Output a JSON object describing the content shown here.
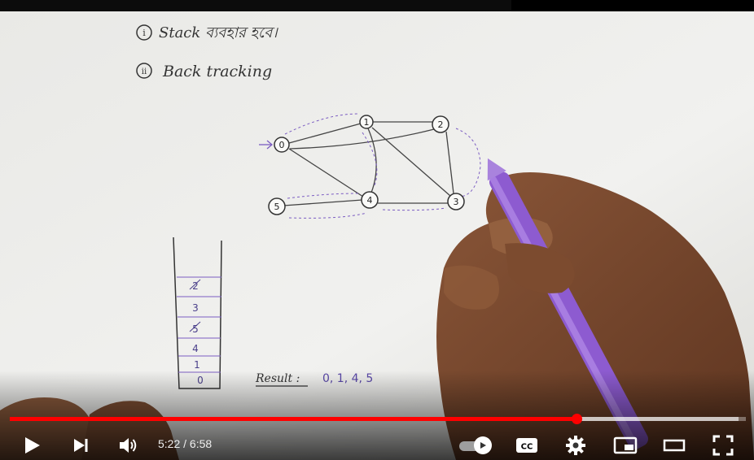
{
  "player": {
    "current_time": "5:22",
    "separator": " / ",
    "duration": "6:58",
    "progress_fraction": 0.77,
    "buffered_fraction": 0.99,
    "autoplay_on": false
  },
  "video": {
    "notes": {
      "line1_marker": "i",
      "line1_text": "Stack ব্যবহার হবে।",
      "line2_marker": "ii",
      "line2_text": "Back tracking"
    },
    "graph_nodes": [
      "0",
      "1",
      "2",
      "3",
      "4",
      "5"
    ],
    "stack_cells": [
      "0",
      "1",
      "4",
      "5",
      "3",
      "2"
    ],
    "result_label": "Result :",
    "result_value": "0, 1, 4, 5"
  },
  "colors": {
    "progress_red": "#ff0000",
    "paper": "#eeeeec",
    "ink_purple": "#6a4bb0",
    "ink_dark": "#333333"
  },
  "icons": [
    "play-icon",
    "next-icon",
    "volume-icon",
    "autoplay-toggle",
    "captions-icon",
    "settings-gear-icon",
    "miniplayer-icon",
    "theater-mode-icon",
    "fullscreen-icon"
  ]
}
